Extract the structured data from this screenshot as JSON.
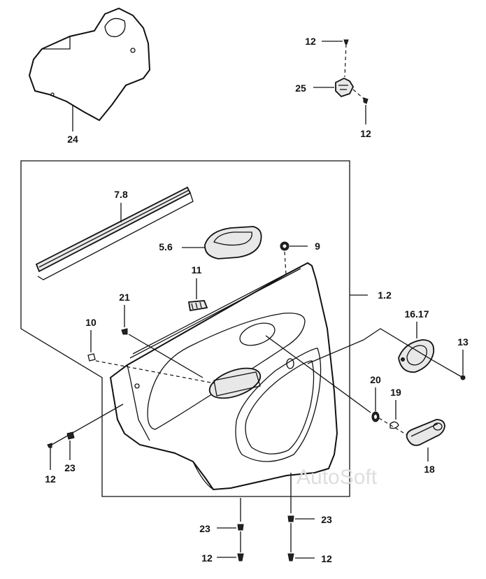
{
  "callouts": {
    "c24": "24",
    "c12_top": "12",
    "c25": "25",
    "c12_top2": "12",
    "c78": "7.8",
    "c56": "5.6",
    "c9": "9",
    "c11": "11",
    "c21": "21",
    "c12_panel": "1.2",
    "c10": "10",
    "c1617": "16.17",
    "c13": "13",
    "c20": "20",
    "c19": "19",
    "c18": "18",
    "c12_left": "12",
    "c23_left": "23",
    "c23_bl": "23",
    "c23_br": "23",
    "c12_bl": "12",
    "c12_br": "12"
  },
  "watermark": "AutoSoft"
}
